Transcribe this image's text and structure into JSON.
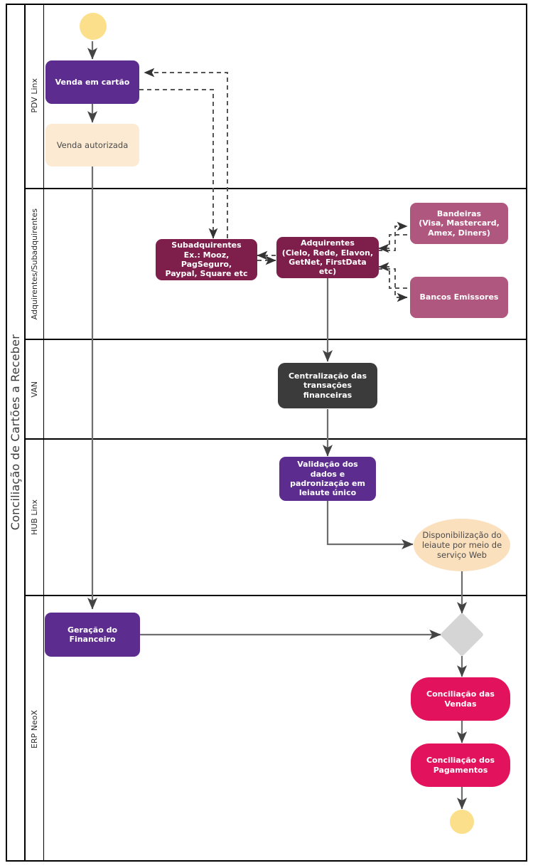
{
  "pool": {
    "title": "Conciliação de Cartões a Receber"
  },
  "lanes": [
    {
      "id": "pdv",
      "label": "PDV Linx"
    },
    {
      "id": "adquirentes",
      "label": "Adquirentes/Subadquirentes"
    },
    {
      "id": "van",
      "label": "VAN"
    },
    {
      "id": "hub",
      "label": "HUB Linx"
    },
    {
      "id": "erp",
      "label": "ERP NeoX"
    }
  ],
  "nodes": {
    "start_event": {
      "label": "",
      "type": "start-event",
      "lane": "pdv"
    },
    "venda_cartao": {
      "label": "Venda em cartão",
      "type": "task",
      "lane": "pdv"
    },
    "venda_autorizada": {
      "label": "Venda autorizada",
      "type": "data-object",
      "lane": "pdv"
    },
    "subadquirentes": {
      "label": "Subadquirentes\nEx.: Mooz, PagSeguro,\nPaypal, Square etc",
      "type": "task",
      "lane": "adquirentes"
    },
    "adquirentes": {
      "label": "Adquirentes\n(Cielo, Rede, Elavon,\nGetNet, FirstData etc)",
      "type": "task",
      "lane": "adquirentes"
    },
    "bandeiras": {
      "label": "Bandeiras\n(Visa, Mastercard,\nAmex, Diners)",
      "type": "task",
      "lane": "adquirentes"
    },
    "bancos": {
      "label": "Bancos Emissores",
      "type": "task",
      "lane": "adquirentes"
    },
    "centralizacao": {
      "label": "Centralização das\ntransações financeiras",
      "type": "task",
      "lane": "van"
    },
    "validacao": {
      "label": "Validação dos dados e\npadronização em\nleiaute único",
      "type": "task",
      "lane": "hub"
    },
    "disponibilizacao": {
      "label": "Disponibilização do\nleiaute por meio de\nserviço Web",
      "type": "data-object",
      "lane": "hub"
    },
    "geracao_financeiro": {
      "label": "Geração do Financeiro",
      "type": "task",
      "lane": "erp"
    },
    "gateway": {
      "label": "",
      "type": "gateway",
      "lane": "erp"
    },
    "conciliacao_vendas": {
      "label": "Conciliação das\nVendas",
      "type": "task",
      "lane": "erp"
    },
    "conciliacao_pagamentos": {
      "label": "Conciliação dos\nPagamentos",
      "type": "task",
      "lane": "erp"
    },
    "end_event": {
      "label": "",
      "type": "end-event",
      "lane": "erp"
    }
  },
  "colors": {
    "purple": "#5C2D8F",
    "dark_gray": "#3B3B3B",
    "maroon": "#7E1F4B",
    "mauve": "#B0577F",
    "pink": "#E2125C",
    "cream": "#FCEBD2",
    "ellipse_peach": "#FBE0BE",
    "event_yellow": "#FCDF8A",
    "gateway_gray": "#D5D5D5",
    "connector_gray": "#6E6E6E",
    "lane_border": "#000000"
  }
}
